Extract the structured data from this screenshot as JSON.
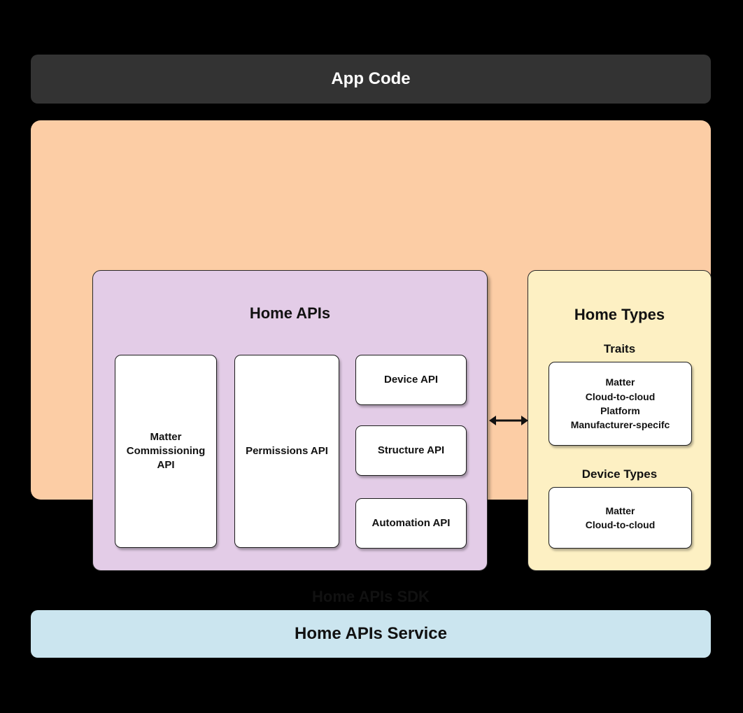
{
  "colors": {
    "background": "#000000",
    "app_code_bg": "#333333",
    "sdk_bg": "#FCCDA5",
    "home_apis_bg": "#E3CCE7",
    "home_types_bg": "#FDF0C3",
    "service_bg": "#CBE5EF",
    "card_bg": "#FFFFFF",
    "text_dark": "#111111",
    "text_light": "#FFFFFF"
  },
  "app_code": {
    "label": "App Code"
  },
  "sdk": {
    "label": "Home APIs SDK",
    "home_apis": {
      "title": "Home APIs",
      "matter_commissioning_api": "Matter\nCommissioning\nAPI",
      "permissions_api": "Permissions API",
      "device_api": "Device API",
      "structure_api": "Structure API",
      "automation_api": "Automation API"
    },
    "home_types": {
      "title": "Home Types",
      "traits_heading": "Traits",
      "traits_items": "Matter\nCloud-to-cloud\nPlatform\nManufacturer-specifc",
      "device_types_heading": "Device Types",
      "device_types_items": "Matter\nCloud-to-cloud"
    },
    "link_icon": "bidirectional-arrow"
  },
  "service": {
    "label": "Home APIs Service"
  }
}
